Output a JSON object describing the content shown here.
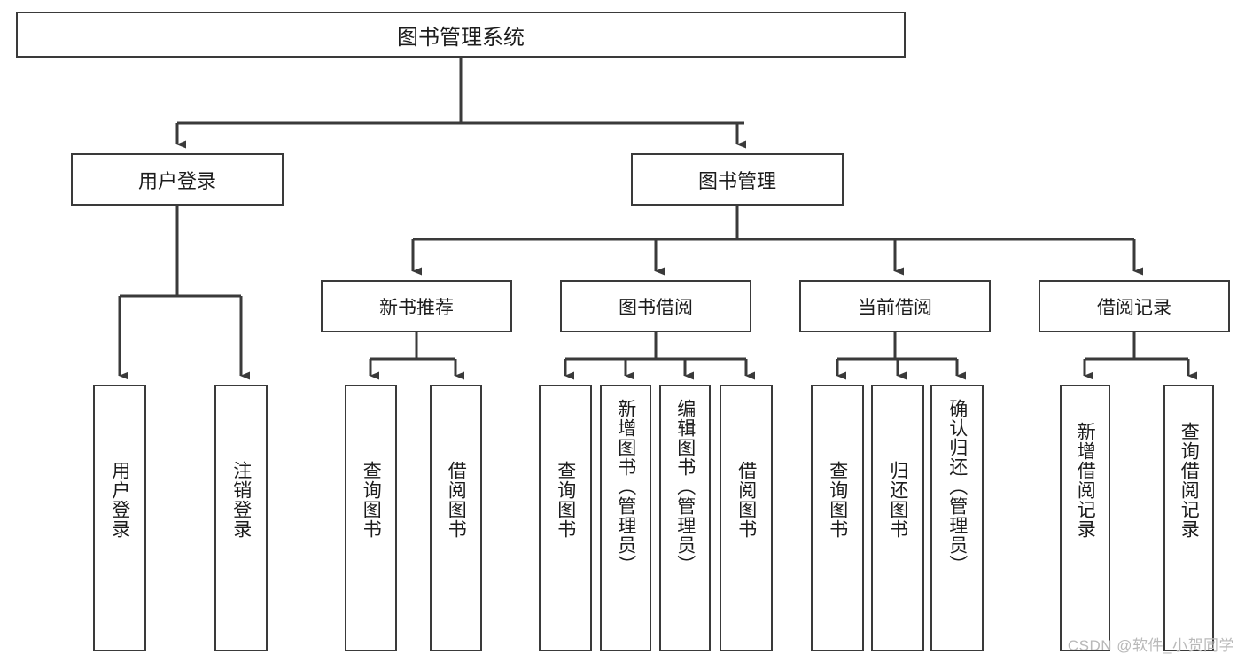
{
  "diagram": {
    "title": "图书管理系统",
    "type": "tree-hierarchy",
    "watermark": "CSDN @软件_小贺同学",
    "colors": {
      "stroke": "#3a3a3a",
      "text": "#1c1c1c",
      "background": "#ffffff",
      "watermark": "#b9b9b9"
    },
    "root": {
      "label": "图书管理系统"
    },
    "level1": [
      {
        "label": "用户登录"
      },
      {
        "label": "图书管理"
      }
    ],
    "level2": [
      {
        "label": "新书推荐"
      },
      {
        "label": "图书借阅"
      },
      {
        "label": "当前借阅"
      },
      {
        "label": "借阅记录"
      }
    ],
    "leaves": {
      "user_login": [
        {
          "label": "用户登录"
        },
        {
          "label": "注销登录"
        }
      ],
      "new_book_recommend": [
        {
          "label": "查询图书"
        },
        {
          "label": "借阅图书"
        }
      ],
      "book_borrow": [
        {
          "label": "查询图书"
        },
        {
          "label": "新增图书（管理员）"
        },
        {
          "label": "编辑图书（管理员）"
        },
        {
          "label": "借阅图书"
        }
      ],
      "current_borrow": [
        {
          "label": "查询图书"
        },
        {
          "label": "归还图书"
        },
        {
          "label": "确认归还（管理员）"
        }
      ],
      "borrow_record": [
        {
          "label": "新增借阅记录"
        },
        {
          "label": "查询借阅记录"
        }
      ]
    }
  }
}
